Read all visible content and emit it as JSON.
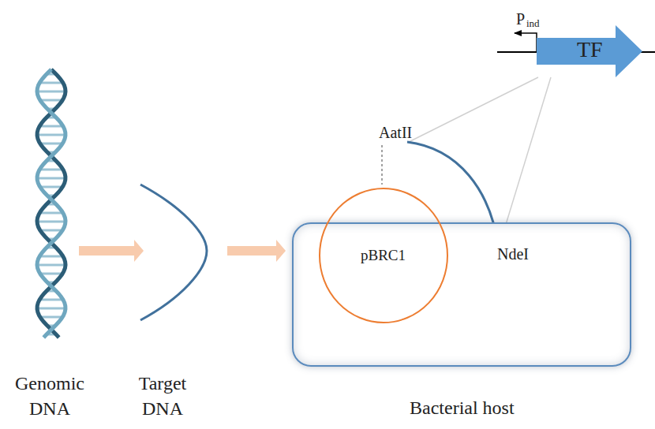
{
  "diagram": {
    "nodes": [
      {
        "text": [
          "Bacterial host"
        ]
      },
      {
        "text": [
          "pBRC1"
        ],
        "in": 0
      },
      {
        "text": [
          "TF"
        ]
      }
    ],
    "labels": [
      "Genomic DNA",
      "Target DNA",
      "AatII",
      "NdeI",
      "P",
      "ind"
    ]
  }
}
